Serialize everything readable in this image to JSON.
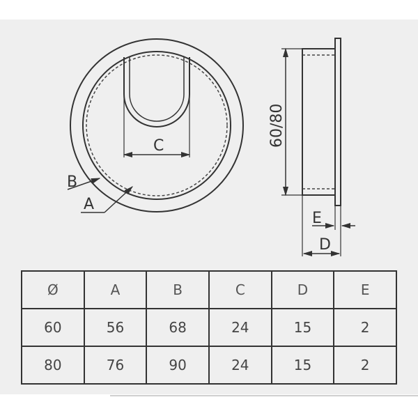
{
  "drawing": {
    "labels": {
      "a": "A",
      "b": "B",
      "c": "C",
      "d": "D",
      "e": "E",
      "height": "60/80"
    }
  },
  "table": {
    "headers": [
      "Ø",
      "A",
      "B",
      "C",
      "D",
      "E"
    ],
    "rows": [
      [
        "60",
        "56",
        "68",
        "24",
        "15",
        "2"
      ],
      [
        "80",
        "76",
        "90",
        "24",
        "15",
        "2"
      ]
    ]
  }
}
